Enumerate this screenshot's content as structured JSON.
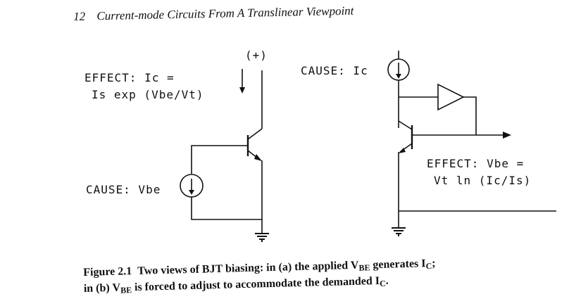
{
  "header": {
    "page_number": "12",
    "running_title": "Current-mode Circuits From A Translinear Viewpoint"
  },
  "figure_a": {
    "supply_label": "(+)",
    "effect_line1": "EFFECT: Ic =",
    "effect_line2": "Is exp (Vbe/Vt)",
    "cause_label": "CAUSE: Vbe"
  },
  "figure_b": {
    "cause_label": "CAUSE: Ic",
    "effect_line1": "EFFECT: Vbe =",
    "effect_line2": "Vt ln (Ic/Is)"
  },
  "caption": {
    "figure_label": "Figure 2.1",
    "line1_text": "Two views of BJT biasing: in (a) the applied V",
    "line1_sub1": "BE",
    "line1_mid": " generates I",
    "line1_sub2": "C",
    "line1_end": ";",
    "line2_start": "in (b) V",
    "line2_sub1": "BE",
    "line2_mid": " is forced to adjust to accommodate the demanded I",
    "line2_sub2": "C",
    "line2_end": "."
  }
}
